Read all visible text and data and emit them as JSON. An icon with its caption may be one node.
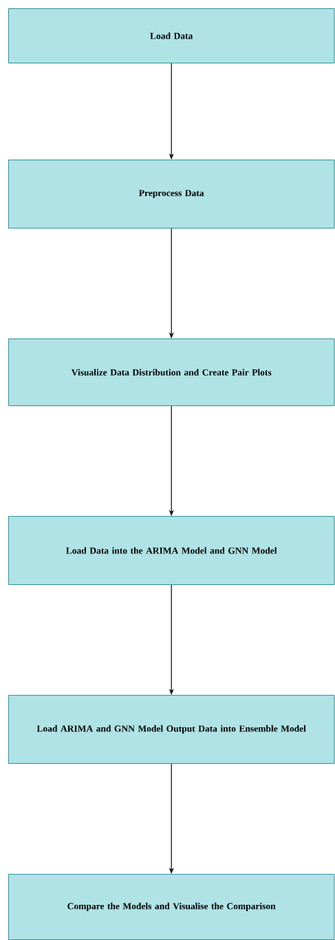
{
  "diagram": {
    "nodes": [
      {
        "text": [
          "Load Data"
        ]
      },
      {
        "text": [
          "Preprocess Data"
        ]
      },
      {
        "text": [
          "Visualize Data Distribution and Create Pair Plots"
        ]
      },
      {
        "text": [
          "Load Data into the ARIMA Model and GNN Model"
        ]
      },
      {
        "text": [
          "Load ARIMA and GNN Model Output Data into Ensemble Model"
        ]
      },
      {
        "text": [
          "Compare the Models and Visualise the Comparison"
        ]
      }
    ],
    "edges": [
      {
        "from": 0,
        "to": 1,
        "arrow": "to"
      },
      {
        "from": 1,
        "to": 2,
        "arrow": "to"
      },
      {
        "from": 2,
        "to": 3,
        "arrow": "to"
      },
      {
        "from": 3,
        "to": 4,
        "arrow": "to"
      },
      {
        "from": 4,
        "to": 5,
        "arrow": "to"
      }
    ]
  }
}
